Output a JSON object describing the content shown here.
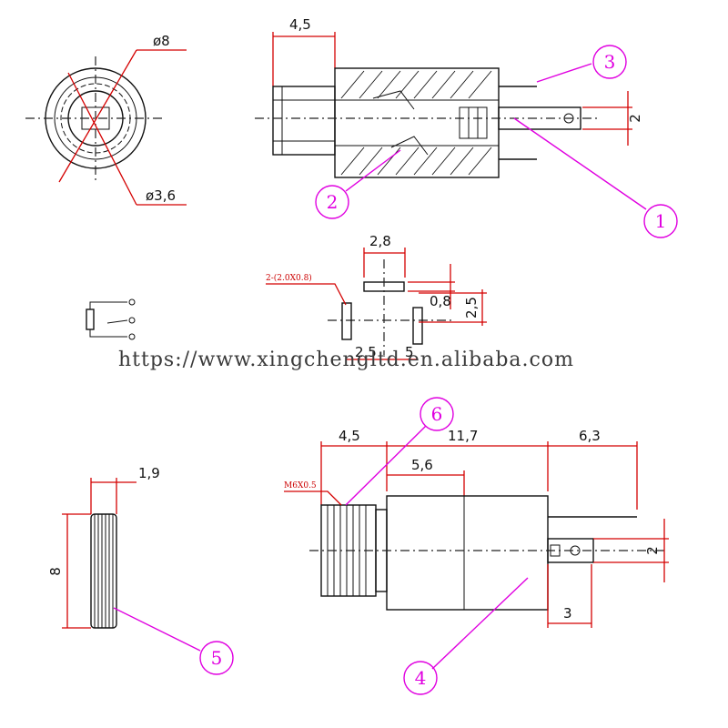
{
  "watermark": "https://www.xingchengltd.en.alibaba.com",
  "front_view": {
    "outer_diameter": "ø8",
    "inner_diameter": "ø3,6"
  },
  "side_view": {
    "length": "4,5",
    "pin_width": "2"
  },
  "footprint": {
    "spacing_top": "2,8",
    "hole_label": "2-(2.0X0.8)",
    "gap": "0,8",
    "vertical": "2,5",
    "bottom": "2,5",
    "bottom2": "5"
  },
  "bottom_view": {
    "thread_len": "4,5",
    "body_len": "11,7",
    "pin_len": "6,3",
    "half_body": "5,6",
    "thread_label": "M6X0.5",
    "pin_w": "2",
    "pin_off": "3"
  },
  "nut": {
    "thickness": "1,9",
    "height": "8"
  },
  "callouts": [
    "1",
    "2",
    "3",
    "4",
    "5",
    "6"
  ],
  "colors": {
    "dimension": "#d40000",
    "callout": "#e000e0",
    "outline": "#111111"
  }
}
